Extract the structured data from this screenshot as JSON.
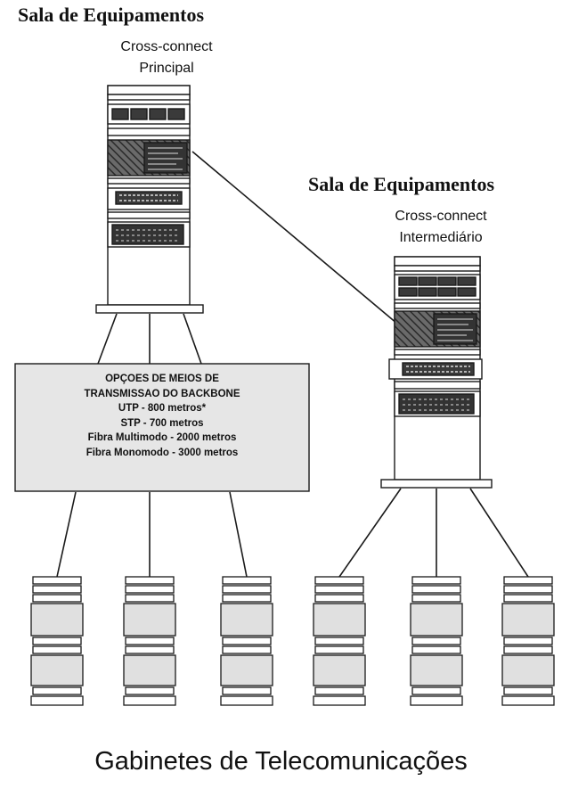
{
  "main_room": {
    "title": "Sala de Equipamentos",
    "line1": "Cross-connect",
    "line2": "Principal"
  },
  "intermediate_room": {
    "title": "Sala de Equipamentos",
    "line1": "Cross-connect",
    "line2": "Intermediário"
  },
  "backbone_box": {
    "lines": [
      "OPÇOES DE MEIOS DE",
      "TRANSMISSAO DO BACKBONE",
      "UTP - 800 metros*",
      "STP - 700 metros",
      "Fibra Multimodo - 2000 metros",
      "Fibra Monomodo - 3000 metros"
    ],
    "fill": "#e6e6e6"
  },
  "footer": {
    "title": "Gabinetes de Telecomunicações"
  },
  "colors": {
    "stroke": "#1a1a1a",
    "panel_dark": "#555555",
    "cabinet_fill": "#e0e0e0"
  }
}
